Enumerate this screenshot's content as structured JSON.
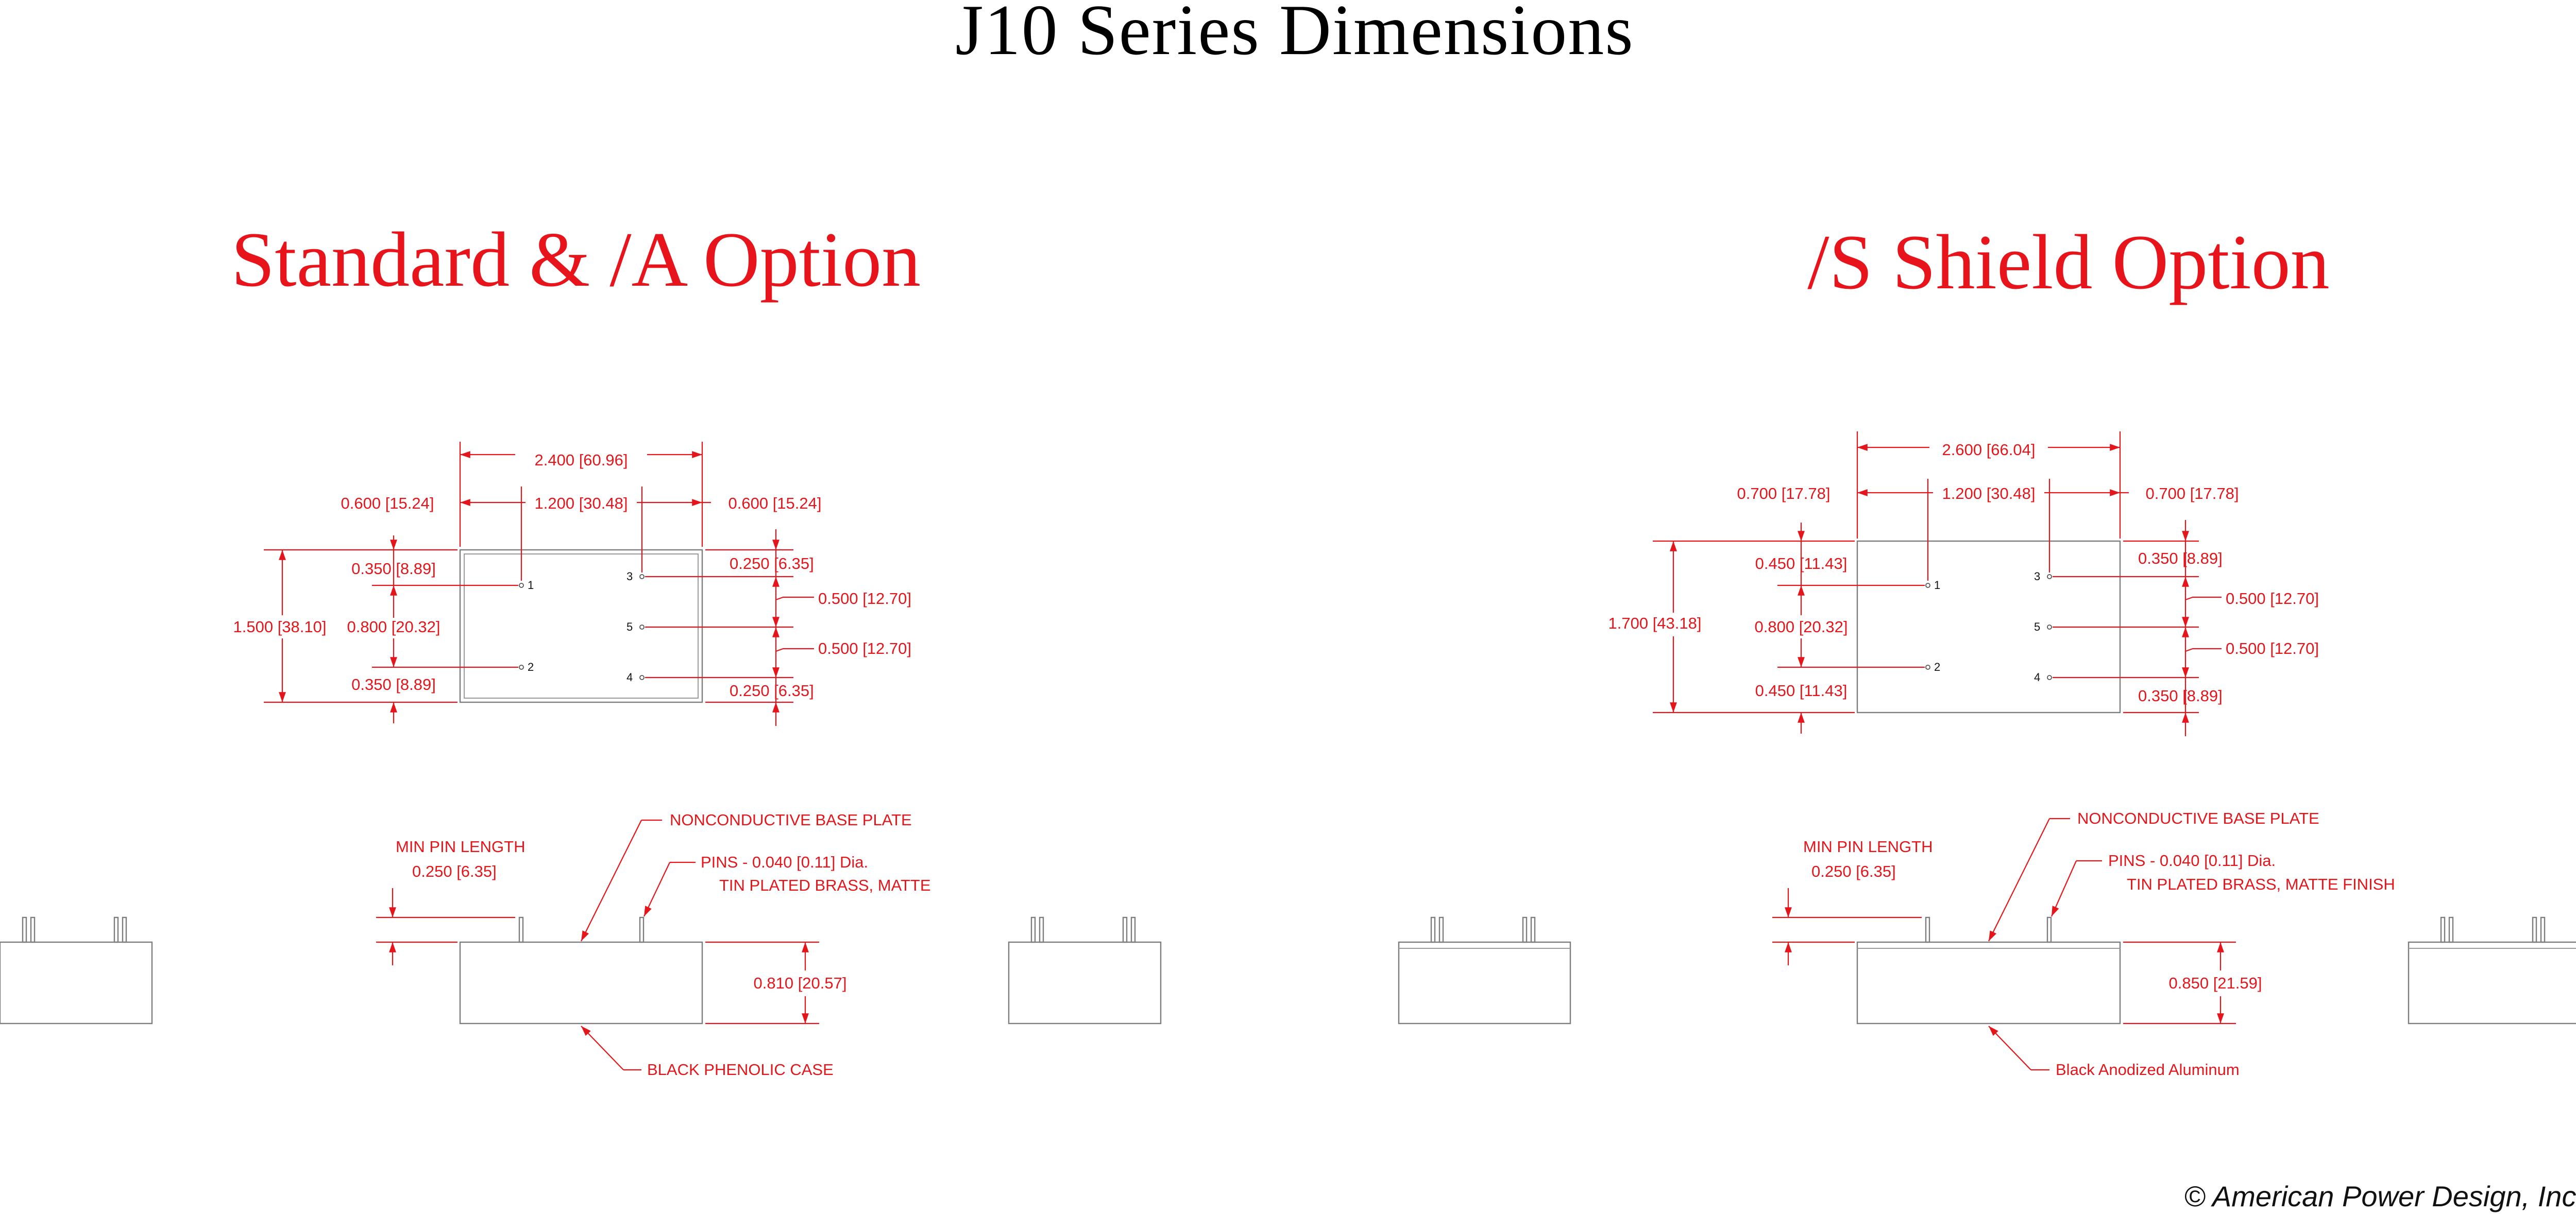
{
  "title": "J10 Series Dimensions",
  "standard": {
    "heading": "Standard & /A Option",
    "width_total": "2.400 [60.96]",
    "width_left": "0.600 [15.24]",
    "width_middle": "1.200 [30.48]",
    "width_right": "0.600 [15.24]",
    "height_total": "1.500 [38.10]",
    "left_top": "0.350 [8.89]",
    "left_mid": "0.800 [20.32]",
    "left_bottom": "0.350 [8.89]",
    "right_top": "0.250 [6.35]",
    "right_mid1": "0.500 [12.70]",
    "right_mid2": "0.500 [12.70]",
    "right_bottom": "0.250 [6.35]",
    "pins": [
      "1",
      "2",
      "3",
      "5",
      "4"
    ],
    "min_pin_length_label": "MIN PIN LENGTH",
    "min_pin_length_value": "0.250 [6.35]",
    "base_plate": "NONCONDUCTIVE BASE PLATE",
    "pins_spec_line1": "PINS -  0.040 [0.11] Dia.",
    "pins_spec_line2": "TIN PLATED BRASS, MATTE",
    "side_height": "0.810 [20.57]",
    "case": "BLACK PHENOLIC CASE"
  },
  "shield": {
    "heading": "/S Shield Option",
    "width_total": "2.600 [66.04]",
    "width_left": "0.700 [17.78]",
    "width_middle": "1.200 [30.48]",
    "width_right": "0.700 [17.78]",
    "height_total": "1.700 [43.18]",
    "left_top": "0.450 [11.43]",
    "left_mid": "0.800 [20.32]",
    "left_bottom": "0.450 [11.43]",
    "right_top": "0.350 [8.89]",
    "right_mid1": "0.500 [12.70]",
    "right_mid2": "0.500 [12.70]",
    "right_bottom": "0.350 [8.89]",
    "pins": [
      "1",
      "2",
      "3",
      "5",
      "4"
    ],
    "min_pin_length_label": "MIN PIN LENGTH",
    "min_pin_length_value": "0.250 [6.35]",
    "base_plate": "NONCONDUCTIVE BASE PLATE",
    "pins_spec_line1": "PINS -  0.040 [0.11] Dia.",
    "pins_spec_line2": "TIN PLATED BRASS, MATTE FINISH",
    "side_height": "0.850 [21.59]",
    "case": "Black Anodized Aluminum"
  },
  "copyright": "© American Power Design, Inc.",
  "colors": {
    "annotation": "#e4161b",
    "outline": "#7d7d7d",
    "text": "#000000"
  }
}
